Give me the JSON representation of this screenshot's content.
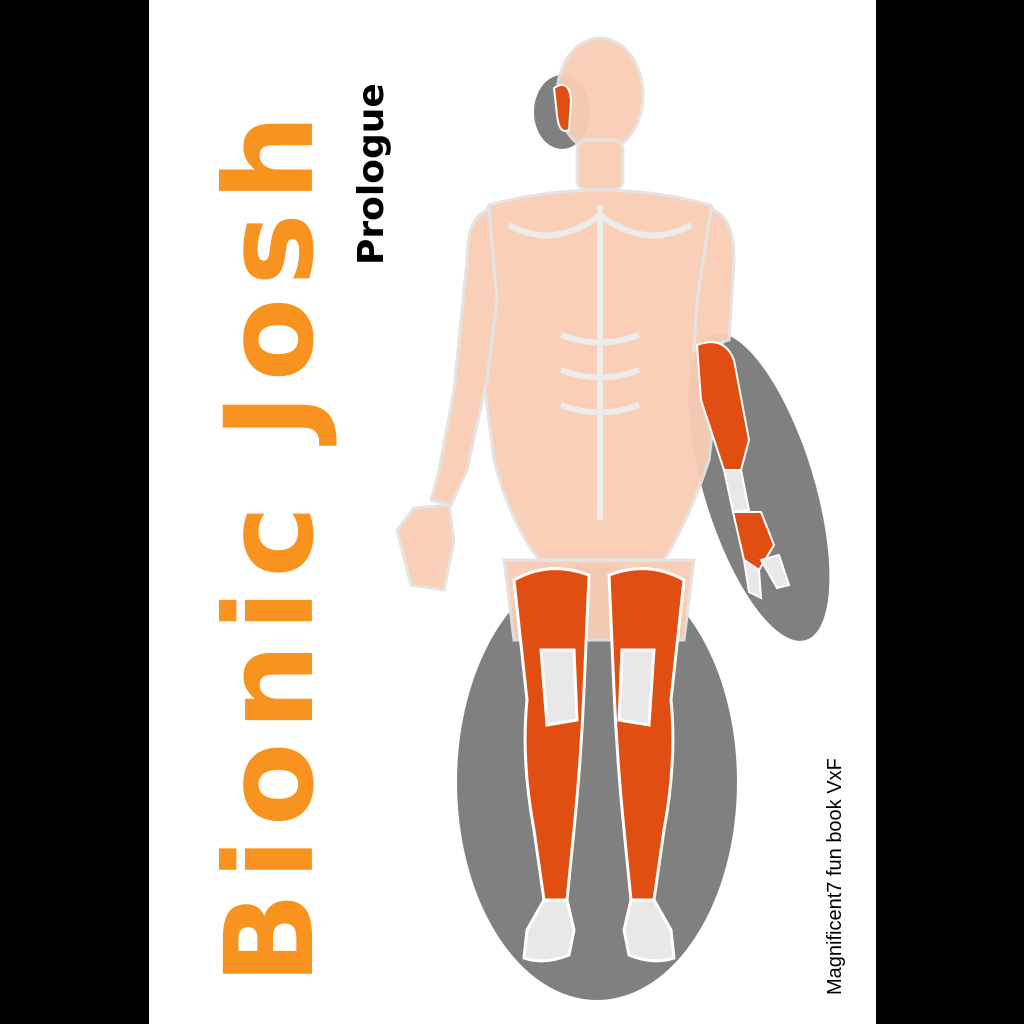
{
  "cover": {
    "title": "Bionic  Josh",
    "subtitle": "Prologue",
    "credit": "Magnificent7 fun book  VxF"
  },
  "colors": {
    "title": "#f7931e",
    "subtitle": "#000000",
    "credit": "#000000",
    "background": "#ffffff",
    "frame": "#000000",
    "highlight_ellipse": "#7f7f7f",
    "muscle_faded": "#f9cdb4",
    "muscle_active": "#e04e12",
    "tendon": "#e8e8e8"
  }
}
